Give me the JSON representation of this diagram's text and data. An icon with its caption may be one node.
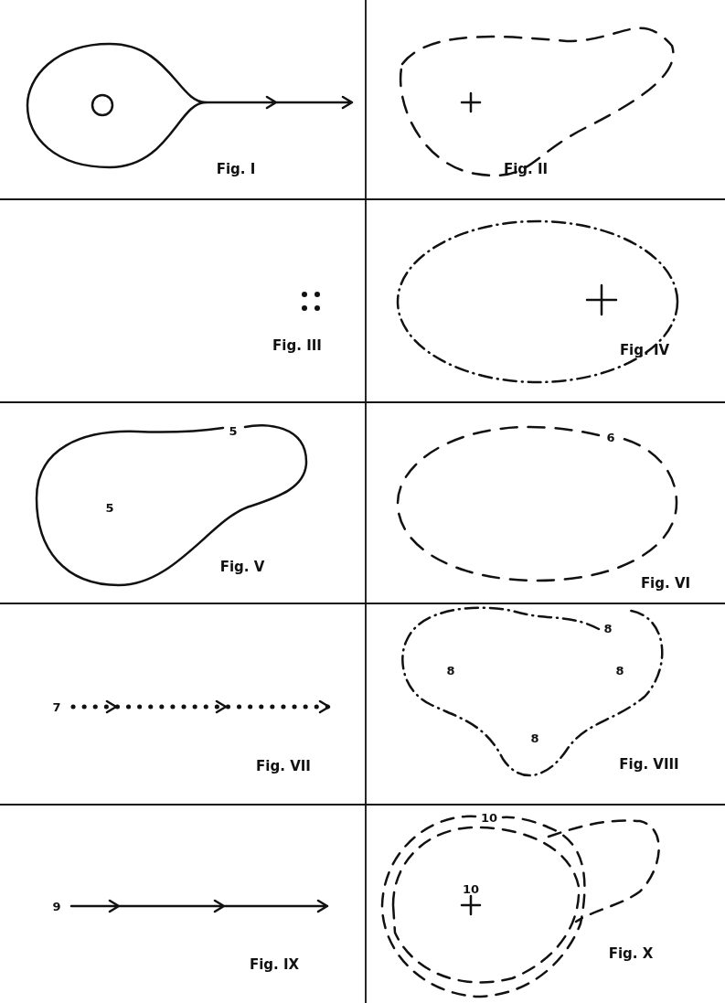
{
  "diagram": {
    "labels": [
      "Fig. I",
      "Fig. II",
      "Fig. III",
      "Fig. IV",
      "5",
      "5",
      "Fig. V",
      "6",
      "Fig. VI",
      "7",
      "Fig. VII",
      "8",
      "8",
      "8",
      "8",
      "Fig. VIII",
      "9",
      "Fig. IX",
      "10",
      "10",
      "Fig. X"
    ]
  }
}
